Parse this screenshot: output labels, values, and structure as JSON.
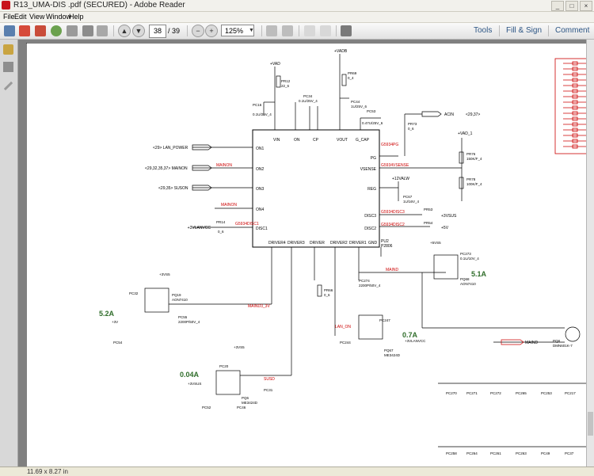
{
  "window": {
    "title": "R13_UMA-DIS .pdf (SECURED) - Adobe Reader",
    "min": "_",
    "max": "□",
    "close": "×"
  },
  "menu": [
    "File",
    "Edit",
    "View",
    "Window",
    "Help"
  ],
  "toolbar": {
    "page_current": "38",
    "page_total": "/ 39",
    "zoom": "125%",
    "tools": "Tools",
    "fill_sign": "Fill & Sign",
    "comment": "Comment"
  },
  "status": {
    "page_size": "11.69 x 8.27 in"
  },
  "schematic": {
    "power_vad": "+VAD",
    "power_vadb": "+VADB",
    "ic_ref": "PU2",
    "ic_part": "P2806",
    "pins_left": [
      "ON1",
      "ON2",
      "ON3",
      "ON4",
      "DISC1"
    ],
    "pins_right": [
      "PG",
      "VSENSE",
      "REG",
      "DISC3",
      "DISC2"
    ],
    "pins_top": [
      "VIN",
      "ON",
      "CP",
      "VOUT",
      "G_CAP"
    ],
    "pins_bottom": [
      "DRIVER4",
      "DRIVER3",
      "DRIVER",
      "DRIVER2",
      "DRIVER1",
      "GND"
    ],
    "net_lan_power": "<29> LAN_POWER",
    "net_mainon": "<29,32,35,37> MAINON",
    "net_suson": "<29,35> SUSON",
    "net_mainon_label": "MAINON",
    "net_mainon4": "MAINON",
    "net_3vlanvcc": "+3VLANVCC",
    "net_acin": "ACIN",
    "net_acin_ref": "<29,37>",
    "net_vad1": "+VAD_1",
    "net_12valw": "+12VALW",
    "net_3vsus": "+3VSUS",
    "net_5v": "+5V",
    "net_maind": "MAIND",
    "net_maind3v": "MAIND3_3V",
    "net_susd": "SUSD",
    "net_landn": "LAN_ON",
    "net_maind_flag": "MAIND",
    "current_1": "5.2A",
    "current_2": "5.1A",
    "current_3": "0.7A",
    "current_4": "0.04A",
    "comp_pr12": "PR12",
    "comp_pr12v": "22_6",
    "comp_pc16": "PC16",
    "comp_pc16v": "0.1U/25V_4",
    "comp_pc34": "PC34",
    "comp_pc34v": "0.1U/25V_4",
    "comp_pr69": "PR69",
    "comp_pr69v": "0_4",
    "comp_pc44": "PC44",
    "comp_pc44v": "1U/25V_6",
    "comp_pc53": "PC53",
    "comp_pc53v": "0.47U/25V_6",
    "comp_pr73": "PR73",
    "comp_pr73v": "0_6",
    "comp_pr76": "PR76",
    "comp_pr76v": "150K/F_4",
    "comp_pr78": "PR78",
    "comp_pr78v": "100K/F_4",
    "comp_pc67": "PC67",
    "comp_pc67v": "1U/16V_4",
    "comp_pr53": "PR53",
    "comp_pr54": "PR54",
    "comp_pr14": "PR14",
    "comp_pr5v": "0_6",
    "comp_pq19": "PQ19",
    "comp_pq19v": "AON7410",
    "comp_pq68": "PQ68",
    "comp_pq68v": "AON7410",
    "comp_pq67": "PQ67",
    "comp_pq67v": "ME3424D",
    "comp_pq6": "PQ6",
    "comp_pq6v": "ME3424D",
    "comp_pq8": "PQ8",
    "comp_pq8v": "DMN601K-7",
    "comp_pc273": "PC273",
    "comp_pc273v": "0.1U/10V_4",
    "comp_pc274": "PC274",
    "comp_pc274v": "2200P/50V_4",
    "comp_pr66": "PR66",
    "comp_pr66v": "0_6",
    "comp_pc55": "PC55",
    "comp_pc55v": "2200P/50V_4",
    "comp_pc54": "PC54",
    "comp_pc32": "PC32",
    "comp_pc244": "PC244",
    "comp_pc247": "PC247",
    "comp_pc20": "PC20",
    "comp_pc31": "PC31",
    "comp_pc52": "PC52",
    "comp_pc46": "PC46",
    "net_3v": "+3V",
    "net_5vs5": "+5VS5",
    "net_3vs5": "+3VS5",
    "net_3vsus2": "+3VSUS",
    "bottom_caps": [
      "PC270",
      "PC271",
      "PC272",
      "PC265",
      "PC253",
      "PC217"
    ],
    "bottom_caps2": [
      "PC258",
      "PC264",
      "PC261",
      "PC263",
      "PC49",
      "PC37"
    ]
  }
}
